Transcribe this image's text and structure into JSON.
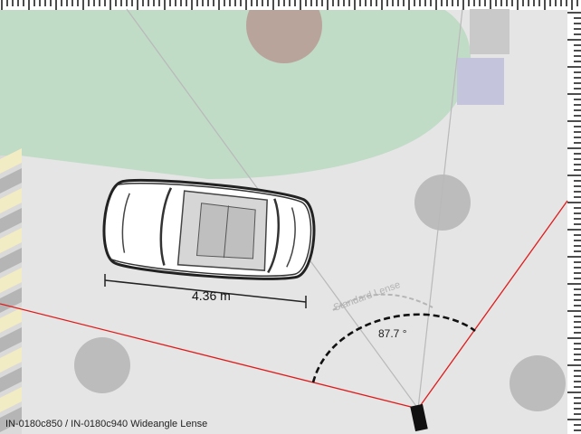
{
  "diagram": {
    "length_label": "4.36 m",
    "angle_label": "87.7 °",
    "standard_lens_label": "Standard Lense",
    "caption": "IN-0180c850 / IN-0180c940 Wideangle Lense"
  },
  "colors": {
    "ground": "#e5e5e5",
    "lawn": "#c0dbc6",
    "tree": "#bcbcbc",
    "tree_on_lawn": "#b8a49a",
    "fov_line": "#e01b1b",
    "arc_wide": "#111111",
    "arc_standard": "#b5b5b5",
    "camera": "#111111",
    "stripe_yellow": "#f2ecc4",
    "stripe_gray": "#b5b5b5",
    "sq_gray": "#c9c9c9",
    "sq_blue": "#c4c4dc"
  }
}
